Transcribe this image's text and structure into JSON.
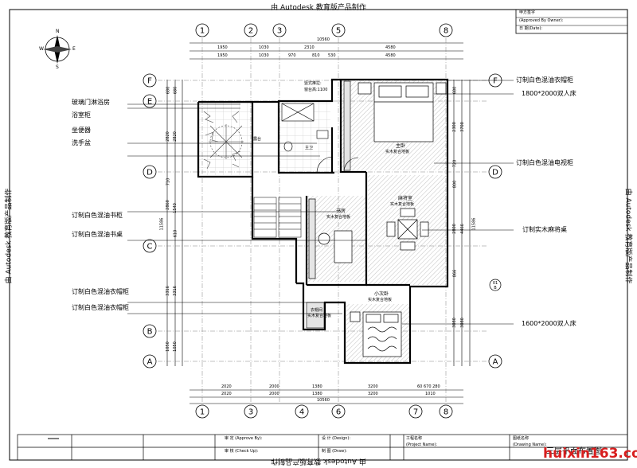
{
  "watermark": {
    "top": "由 Autodesk 教育版产品制作",
    "bottom": "由 Autodesk 教育版产品制作",
    "left": "由 Autodesk 教育版产品制作",
    "right": "由 Autodesk 教育版产品制作"
  },
  "approval_box": {
    "line1": "甲方签字",
    "line2": "(Approved By Owner):",
    "line3": "日 期(Date):"
  },
  "compass": {
    "n": "N",
    "s": "S",
    "e": "E",
    "w": "W"
  },
  "axes_top": [
    "1",
    "2",
    "3",
    "5",
    "8"
  ],
  "axes_bottom": [
    "1",
    "3",
    "4",
    "6",
    "7",
    "8"
  ],
  "axes_left": [
    "F",
    "E",
    "D",
    "C",
    "B",
    "A"
  ],
  "axes_right": [
    "F",
    "D",
    "A"
  ],
  "axis_extra_right": "01\nB",
  "dims_top": {
    "total": "10560",
    "row1": [
      "1950",
      "1030",
      "2310",
      "4580"
    ],
    "row2": [
      "1950",
      "1030",
      "970",
      "810",
      "530",
      "4580"
    ]
  },
  "dims_bottom": {
    "row1": [
      "2020",
      "2000",
      "1380",
      "3200",
      "60 670 280"
    ],
    "row2": [
      "2020",
      "2000",
      "1380",
      "3200",
      "1010"
    ],
    "total": "10560"
  },
  "dims_left": {
    "total": "11586",
    "row1": [
      "680",
      "2820",
      "710",
      "2860",
      "3316",
      "1050"
    ],
    "row2": [
      "680",
      "2820",
      "1540",
      "610",
      "3316",
      "1050"
    ]
  },
  "dims_right": {
    "total": "11586",
    "row1": [
      "680",
      "2300",
      "720",
      "800",
      "2800",
      "866",
      "3080"
    ],
    "row2": [
      "3700",
      "4466",
      "3080"
    ]
  },
  "labels_left": [
    "玻璃门淋浴房",
    "浴室柜",
    "坐便器",
    "洗手盆",
    "订制白色混油书柜",
    "订制白色混油书桌",
    "订制白色混油衣帽柜",
    "订制白色混油衣帽柜"
  ],
  "labels_right": [
    "订制白色混油衣帽柜",
    "1800*2000双人床",
    "订制白色混油电视柜",
    "订制实木麻将桌",
    "1600*2000双人床"
  ],
  "rooms": {
    "terrace": "露台",
    "bath": "主卫",
    "master": "主卧",
    "master_sub": "实木复合地板",
    "study": "书房",
    "study_sub": "实木复合地板",
    "mahjong": "麻将室",
    "mahjong_sub": "实木复合地板",
    "wardrobe": "衣帽间",
    "wardrobe_sub": "实木复合地板",
    "second": "小次卧",
    "second_sub": "实木复合地板",
    "bath_note1": "竖式推拉:",
    "bath_note2": "窗台高:1100"
  },
  "title_block": {
    "approve": "审 定 (Approve By):",
    "check": "审 核 (Check Up):",
    "design": "设 计 (Design):",
    "draw": "制 图 (Draw):",
    "project": "工程名称",
    "project_en": "(Project Name):",
    "drawing_name": "图纸名称",
    "drawing_name_en": "(Drawing Name):",
    "drawing_title": "三层平面布置图"
  },
  "site_logo": "huixin163.com"
}
